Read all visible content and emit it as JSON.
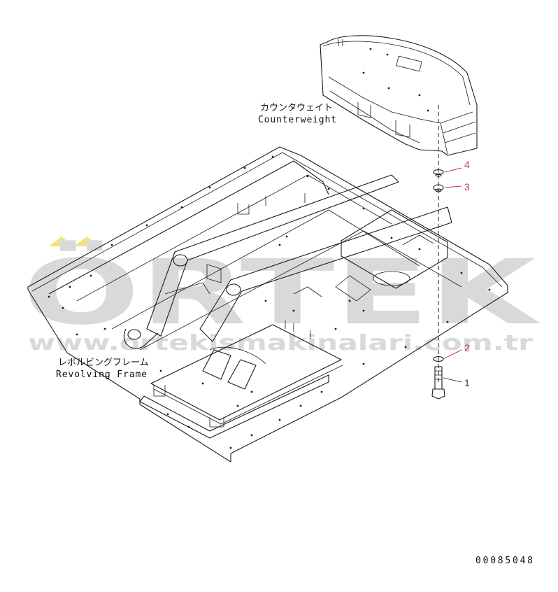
{
  "labels": {
    "counterweight_jp": "カウンタウェイト",
    "counterweight_en": "Counterweight",
    "frame_jp": "レボルビングフレーム",
    "frame_en": "Revolving Frame"
  },
  "callouts": [
    {
      "id": "1",
      "color": "#333333"
    },
    {
      "id": "2",
      "color": "#cc3333"
    },
    {
      "id": "3",
      "color": "#cc3333"
    },
    {
      "id": "4",
      "color": "#cc3333"
    }
  ],
  "drawing_number": "00085048",
  "watermark": {
    "brand": "ÖRTEK",
    "url": "www.ortekismakinalari.com.tr",
    "accent_color": "#f3e27a"
  }
}
